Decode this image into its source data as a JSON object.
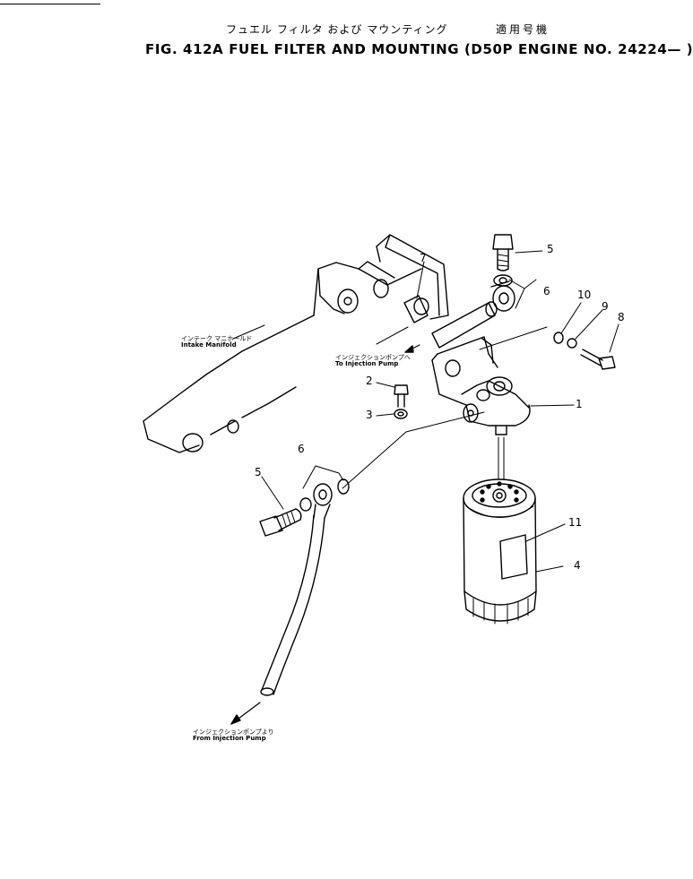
{
  "header": {
    "jp_title": "フュエル フィルタ および マウンティング",
    "jp_applicability": "適用号機",
    "en_title": "FIG. 412A  FUEL FILTER AND MOUNTING (D50P ENGINE NO. 24224— )"
  },
  "labels": {
    "intake_manifold": {
      "jp": "インテーク マニホールド",
      "en": "Intake Manifold"
    },
    "to_injection_pump": {
      "jp": "インジェクションポンプへ",
      "en": "To Injection Pump"
    },
    "from_injection_pump": {
      "jp": "インジェクションポンプより",
      "en": "From Injection Pump"
    }
  },
  "part_numbers": {
    "p1": "1",
    "p2": "2",
    "p3": "3",
    "p4": "4",
    "p5_top": "5",
    "p5_left": "5",
    "p6_top": "6",
    "p6_left": "6",
    "p7": "7",
    "p8": "8",
    "p9": "9",
    "p10": "10",
    "p11": "11"
  }
}
